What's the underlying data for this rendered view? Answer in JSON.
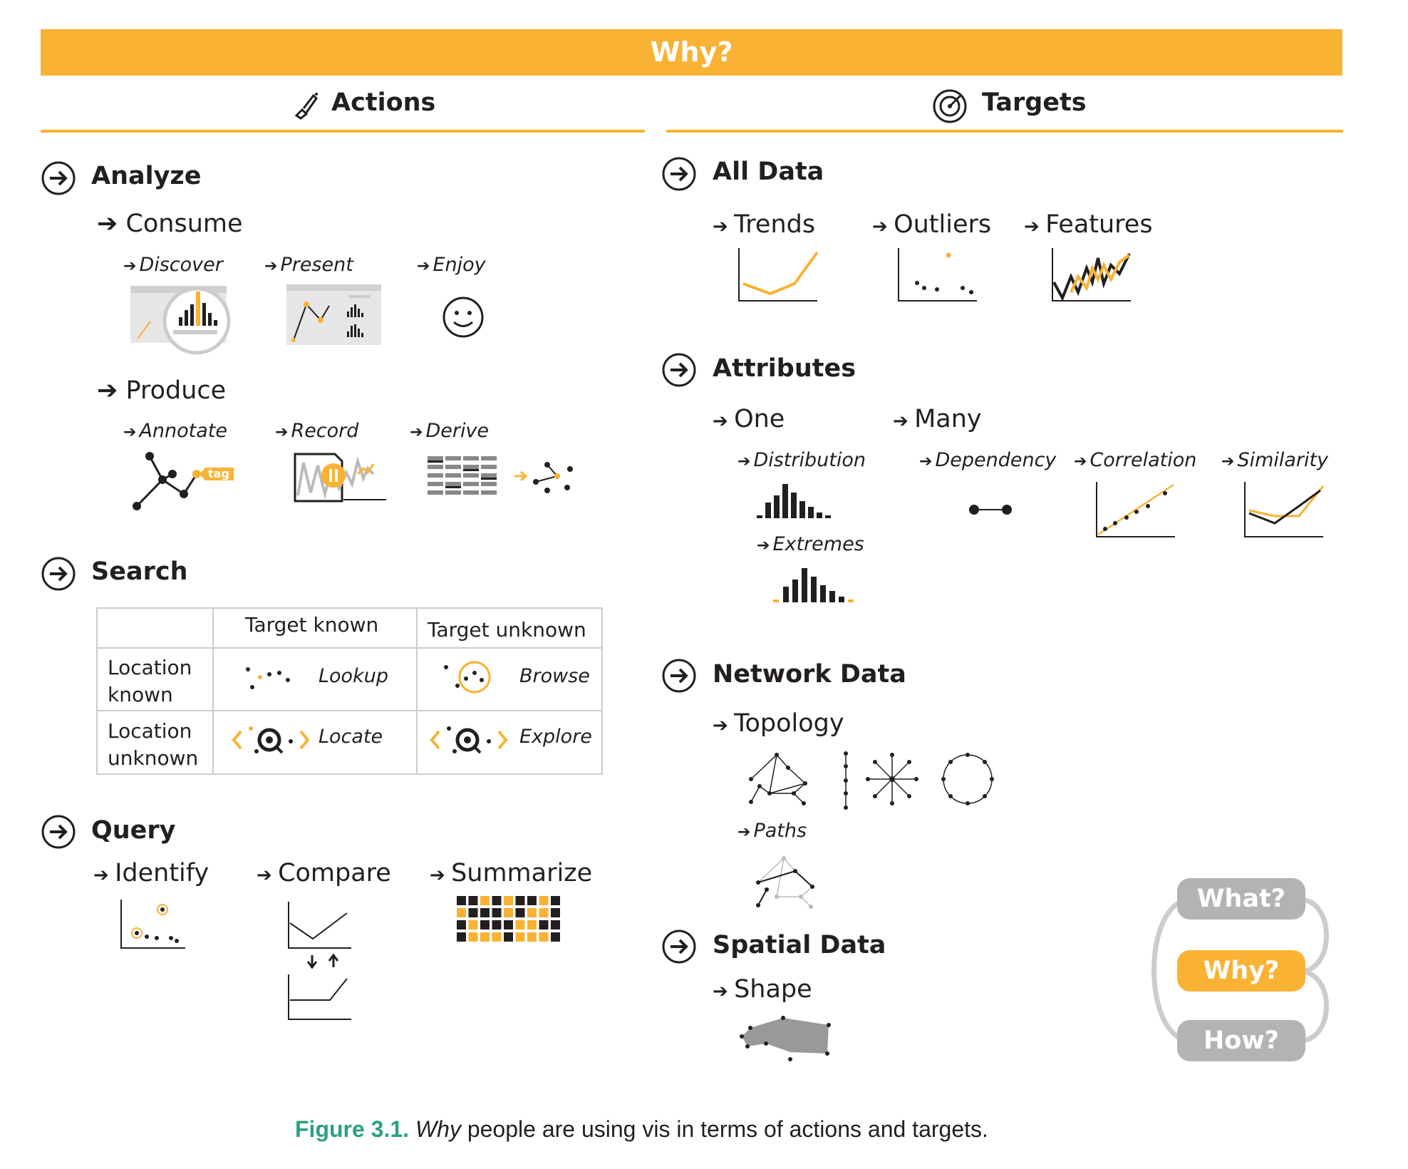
{
  "title": "Why?",
  "columns": {
    "actions": "Actions",
    "targets": "Targets"
  },
  "actions": {
    "analyze": {
      "label": "Analyze",
      "consume": {
        "label": "Consume",
        "discover": "Discover",
        "present": "Present",
        "enjoy": "Enjoy"
      },
      "produce": {
        "label": "Produce",
        "annotate": "Annotate",
        "record": "Record",
        "derive": "Derive",
        "tag": "tag"
      }
    },
    "search": {
      "label": "Search",
      "table": {
        "col_known": "Target known",
        "col_unknown": "Target unknown",
        "row_known": [
          "Location",
          "known"
        ],
        "row_unknown": [
          "Location",
          "unknown"
        ],
        "lookup": "Lookup",
        "browse": "Browse",
        "locate": "Locate",
        "explore": "Explore"
      }
    },
    "query": {
      "label": "Query",
      "identify": "Identify",
      "compare": "Compare",
      "summarize": "Summarize"
    }
  },
  "targets": {
    "all_data": {
      "label": "All Data",
      "trends": "Trends",
      "outliers": "Outliers",
      "features": "Features"
    },
    "attributes": {
      "label": "Attributes",
      "one": "One",
      "many": "Many",
      "distribution": "Distribution",
      "extremes": "Extremes",
      "dependency": "Dependency",
      "correlation": "Correlation",
      "similarity": "Similarity"
    },
    "network": {
      "label": "Network Data",
      "topology": "Topology",
      "paths": "Paths"
    },
    "spatial": {
      "label": "Spatial Data",
      "shape": "Shape"
    }
  },
  "nav": {
    "what": "What?",
    "why": "Why?",
    "how": "How?"
  },
  "caption": {
    "figure": "Figure 3.1.",
    "emph": "Why",
    "text": " people are using vis in terms of actions and targets."
  },
  "colors": {
    "accent": "#f9b233",
    "ink": "#231f20",
    "gray": "#b3b3b3",
    "caption_green": "#2aa283"
  }
}
